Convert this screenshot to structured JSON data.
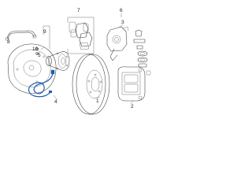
{
  "callouts": {
    "c1": "1",
    "c2": "2",
    "c3": "3",
    "c4": "4",
    "c5": "5",
    "c6": "6",
    "c7": "7",
    "c8": "8",
    "c9": "9",
    "c10": "10"
  },
  "colors": {
    "line_art": "#3a3a3a",
    "sensor_wire": "#1f5fae",
    "background": "#ffffff"
  }
}
